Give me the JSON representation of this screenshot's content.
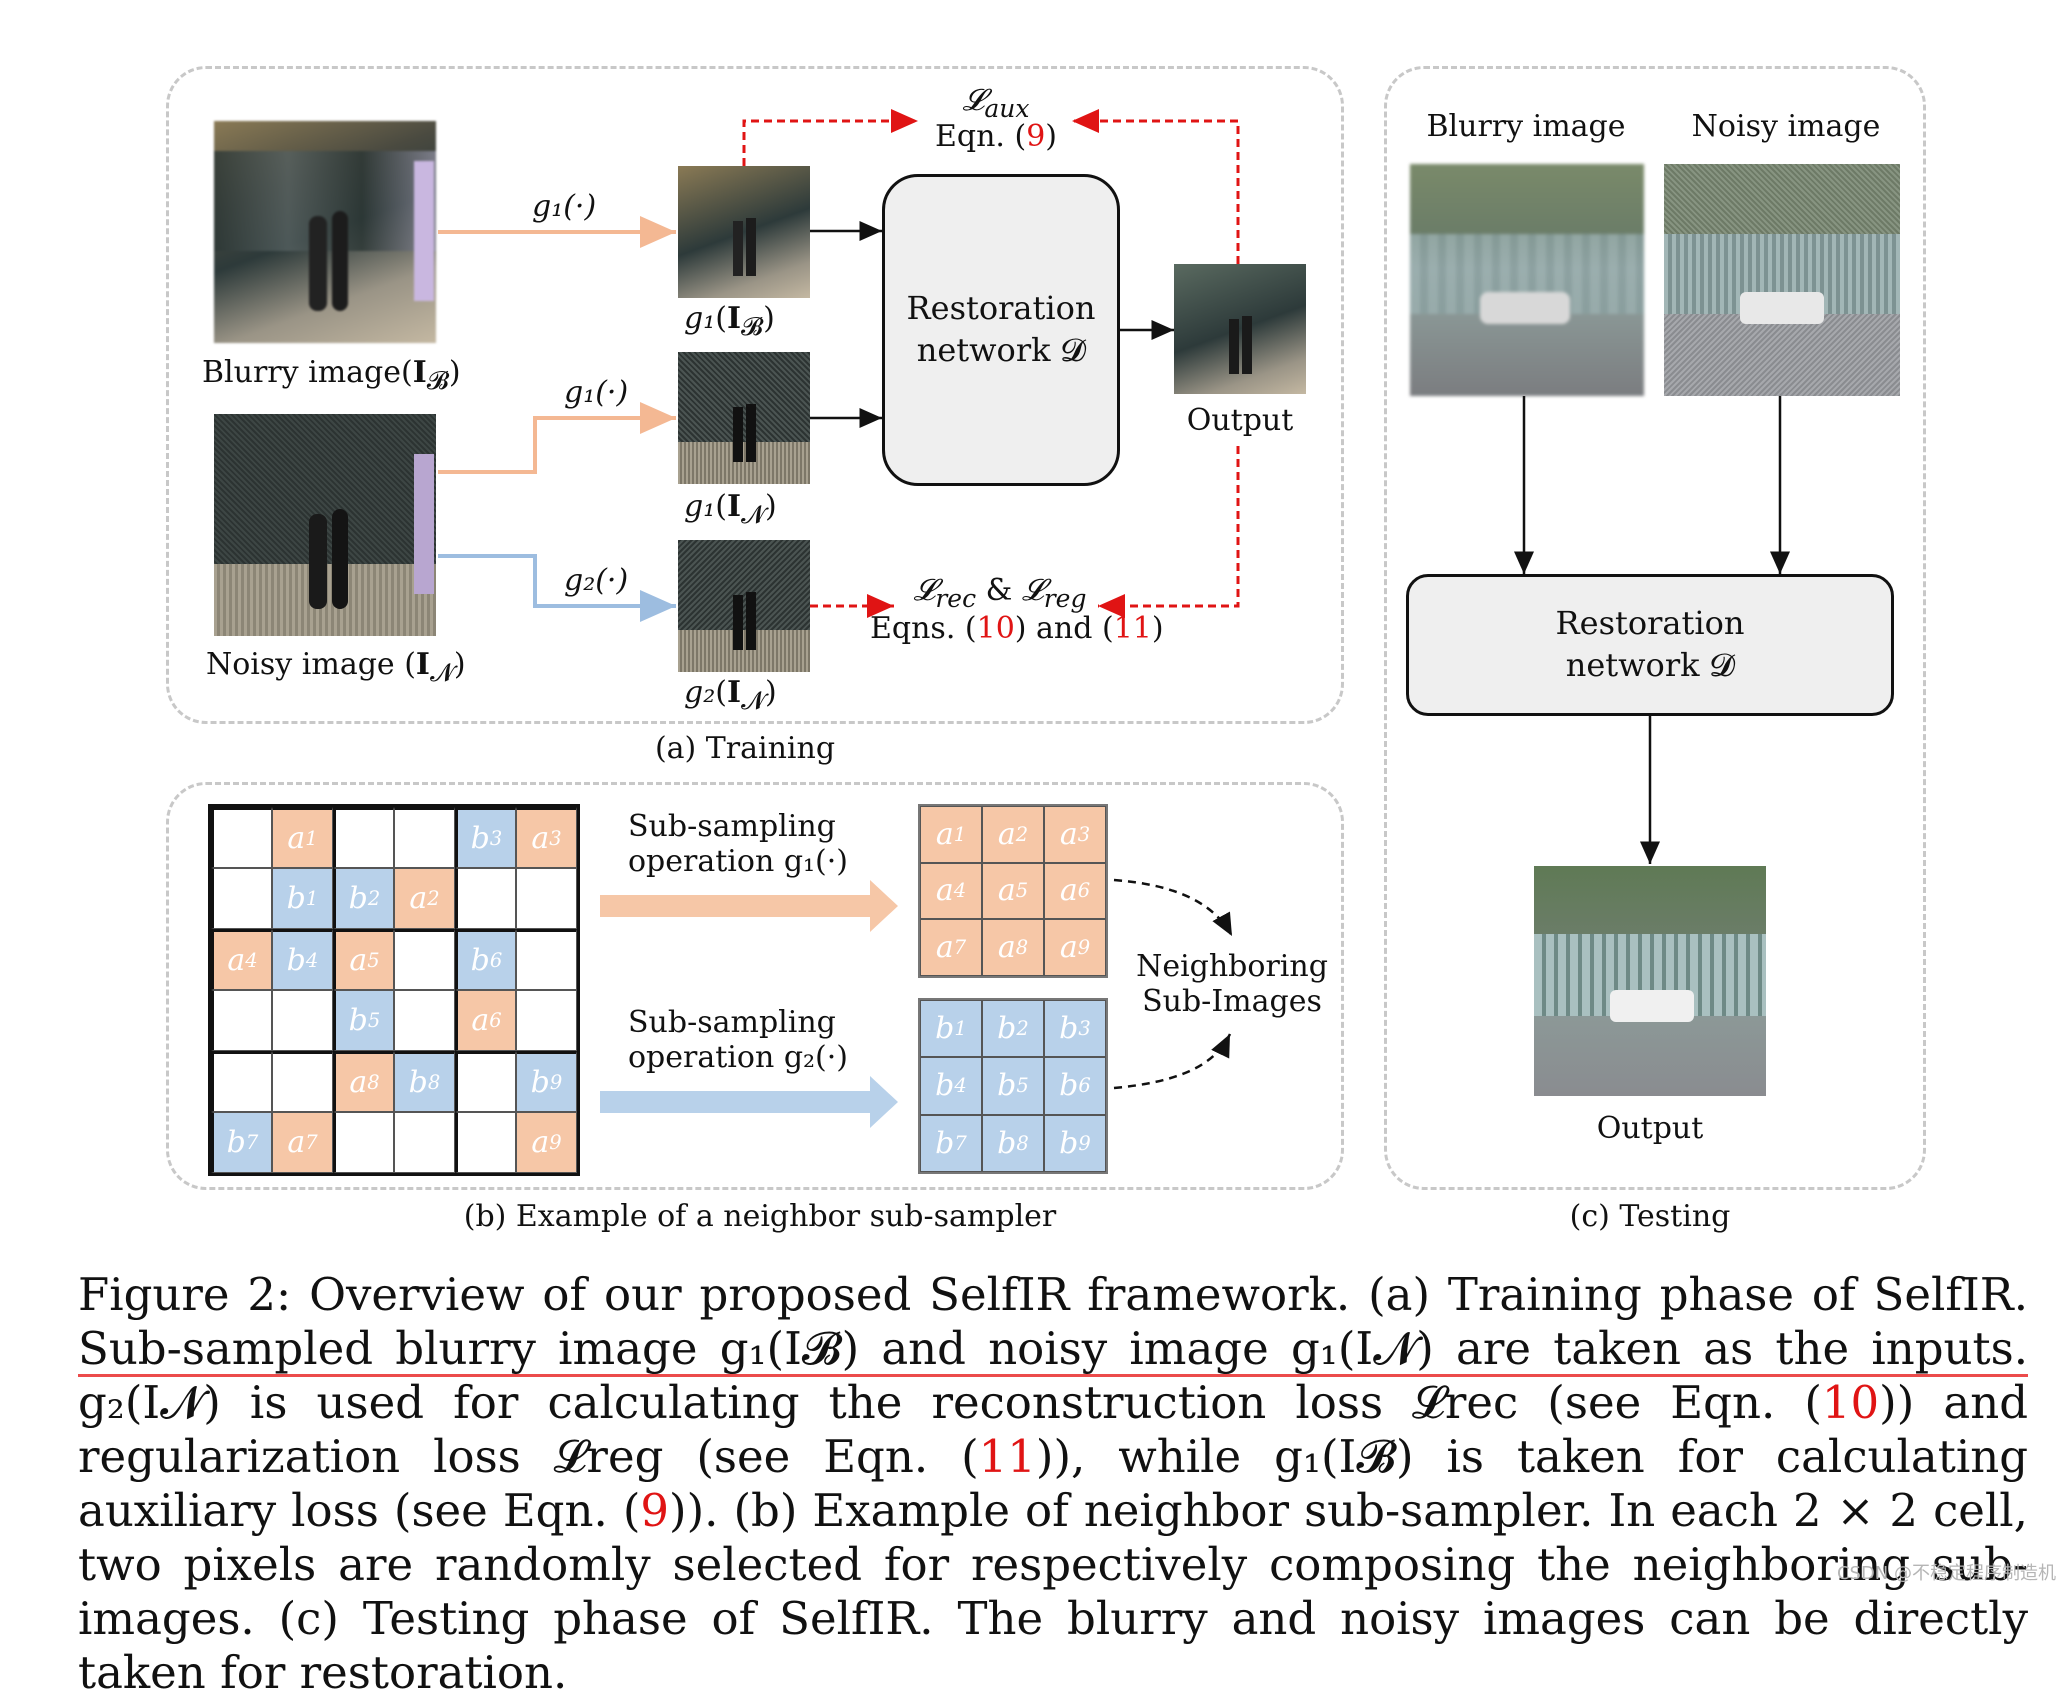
{
  "panels": {
    "training": {
      "caption": "(a) Training",
      "blurry_label": "Blurry image",
      "blurry_sym": "I",
      "blurry_sub": "𝓑",
      "noisy_label": "Noisy image",
      "noisy_sym": "I",
      "noisy_sub": "𝓝",
      "g1_arrow": "g₁(·)",
      "g1_arrow2": "g₁(·)",
      "g2_arrow": "g₂(·)",
      "thumb1_fn": "g₁",
      "thumb1_sym": "I",
      "thumb1_sub": "𝓑",
      "thumb2_fn": "g₁",
      "thumb2_sym": "I",
      "thumb2_sub": "𝓝",
      "thumb3_fn": "g₂",
      "thumb3_sym": "I",
      "thumb3_sub": "𝓝",
      "net_line1": "Restoration",
      "net_line2": "network 𝓓",
      "output_label": "Output",
      "aux_loss": "𝓛",
      "aux_sub": "aux",
      "aux_eqn_pre": "Eqn. (",
      "aux_eqn_num": "9",
      "aux_eqn_post": ")",
      "rec_loss": "𝓛",
      "rec_sub": "rec",
      "amp": "&",
      "reg_loss": "𝓛",
      "reg_sub": "reg",
      "rec_eqn_pre": "Eqns. (",
      "rec_eqn_num1": "10",
      "rec_eqn_mid": ") and (",
      "rec_eqn_num2": "11",
      "rec_eqn_post": ")"
    },
    "sampler": {
      "caption": "(b) Example of a neighbor sub-sampler",
      "op1_line1": "Sub-sampling",
      "op1_line2": "operation g₁(·)",
      "op2_line1": "Sub-sampling",
      "op2_line2": "operation g₂(·)",
      "neighbor_line1": "Neighboring",
      "neighbor_line2": "Sub-Images",
      "grid_rows": [
        [
          "",
          "a1",
          "",
          "",
          "b3",
          "a3"
        ],
        [
          "",
          "b1",
          "b2",
          "a2",
          "",
          ""
        ],
        [
          "a4",
          "b4",
          "a5",
          "",
          "b6",
          ""
        ],
        [
          "",
          "",
          "b5",
          "",
          "a6",
          ""
        ],
        [
          "",
          "",
          "a8",
          "b8",
          "",
          "b9"
        ],
        [
          "b7",
          "a7",
          "",
          "",
          "",
          "a9"
        ]
      ],
      "a_grid": [
        "a1",
        "a2",
        "a3",
        "a4",
        "a5",
        "a6",
        "a7",
        "a8",
        "a9"
      ],
      "b_grid": [
        "b1",
        "b2",
        "b3",
        "b4",
        "b5",
        "b6",
        "b7",
        "b8",
        "b9"
      ]
    },
    "testing": {
      "caption": "(c) Testing",
      "blurry_label": "Blurry image",
      "noisy_label": "Noisy image",
      "net_line1": "Restoration",
      "net_line2": "network 𝓓",
      "output_label": "Output"
    }
  },
  "figure_caption": {
    "s1": "Figure 2: Overview of our proposed SelfIR framework. (a) Training phase of SelfIR. ",
    "s2_underlined": "Sub-sampled blurry image g₁(I𝓑) and noisy image g₁(I𝓝) are taken as the inputs.",
    "s3": " g₂(I𝓝) is used for calculating the reconstruction loss 𝓛rec (see Eqn. (",
    "ref10": "10",
    "s4": ")) and regularization loss 𝓛reg (see Eqn. (",
    "ref11": "11",
    "s5": ")), while g₁(I𝓑) is taken for calculating auxiliary loss (see Eqn. (",
    "ref9": "9",
    "s6": ")). (b) Example of neighbor sub-sampler. In each 2 × 2 cell, two pixels are randomly selected for respectively composing the neighboring sub-images. (c) Testing phase of SelfIR. The blurry and noisy images can be directly taken for restoration."
  },
  "watermark": "CSDN @不稳定程序制造机",
  "colors": {
    "orange_arrow": "#f4b893",
    "blue_arrow": "#9dbde0",
    "orange_cell": "#f6c7a7",
    "blue_cell": "#b8d1ea",
    "loss_arrow": "#e01414",
    "ref_red": "#e01414"
  }
}
